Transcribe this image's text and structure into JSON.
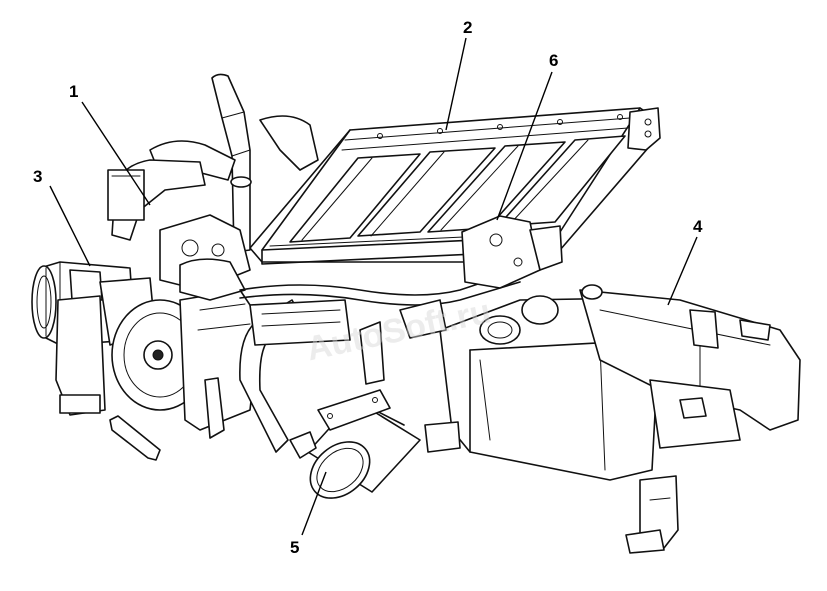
{
  "diagram": {
    "callouts": [
      {
        "id": "c1",
        "label": "1"
      },
      {
        "id": "c2",
        "label": "2"
      },
      {
        "id": "c3",
        "label": "3"
      },
      {
        "id": "c4",
        "label": "4"
      },
      {
        "id": "c5",
        "label": "5"
      },
      {
        "id": "c6",
        "label": "6"
      }
    ],
    "watermark": "AutoSoft.ru",
    "line_color": "#111111",
    "background": "#ffffff"
  }
}
